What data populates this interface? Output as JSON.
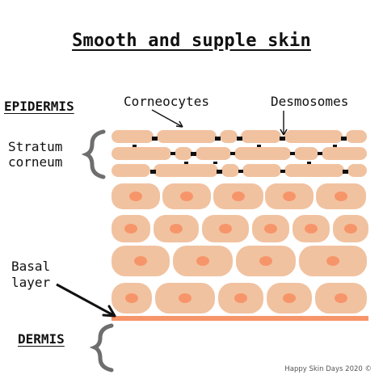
{
  "title": "Smooth and supple skin",
  "labels": {
    "epidermis": "EPIDERMIS",
    "corneocytes": "Corneocytes",
    "desmosomes": "Desmosomes",
    "stratum": "Stratum",
    "corneum": "corneum",
    "basal": "Basal",
    "layer": "layer",
    "dermis": "DERMIS"
  },
  "copyright": "Happy Skin Days 2020 ©",
  "colors": {
    "cell_fill": "#f1c2a0",
    "nucleus": "#f7956a",
    "basal_membrane": "#f7956a",
    "desmosome": "#111111",
    "bracket": "#6e6e6e"
  }
}
